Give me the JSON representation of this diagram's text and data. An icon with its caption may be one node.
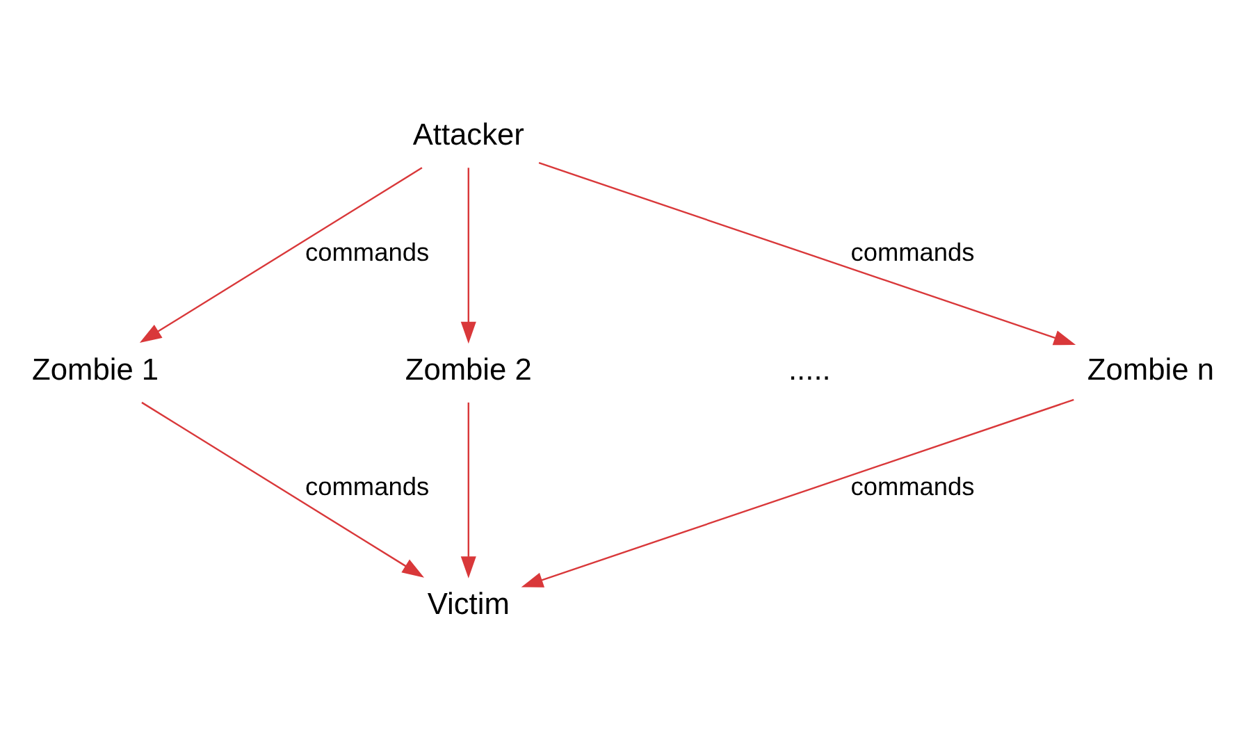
{
  "diagram": {
    "nodes": [
      {
        "text": [
          "Attacker"
        ]
      },
      {
        "text": [
          "Zombie 1"
        ]
      },
      {
        "text": [
          "Zombie 2"
        ]
      },
      {
        "text": [
          "Zombie n"
        ]
      },
      {
        "text": [
          "Victim"
        ]
      }
    ],
    "edges": [
      {
        "from": 0,
        "to": 1,
        "arrow": "to",
        "label": "commands"
      },
      {
        "from": 0,
        "to": 2,
        "arrow": "to"
      },
      {
        "from": 0,
        "to": 3,
        "arrow": "to",
        "label": "commands"
      },
      {
        "from": 1,
        "to": 4,
        "arrow": "to",
        "label": "commands"
      },
      {
        "from": 2,
        "to": 4,
        "arrow": "to"
      },
      {
        "from": 3,
        "to": 4,
        "arrow": "to",
        "label": "commands"
      }
    ],
    "labels": [
      "....."
    ]
  }
}
